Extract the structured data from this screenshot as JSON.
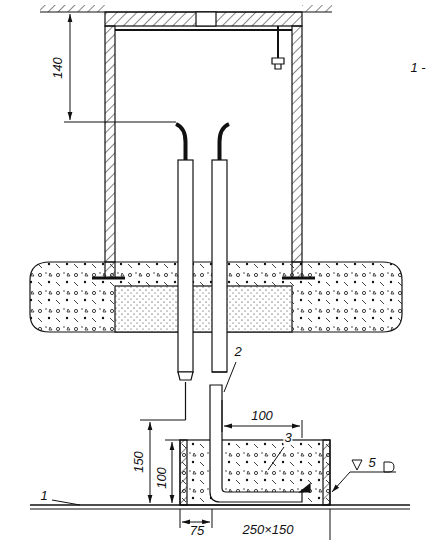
{
  "diagram": {
    "labels": [
      "140",
      "1 -",
      "2",
      "3",
      "100",
      "150",
      "100",
      "5",
      "1",
      "75",
      "250×150"
    ]
  }
}
